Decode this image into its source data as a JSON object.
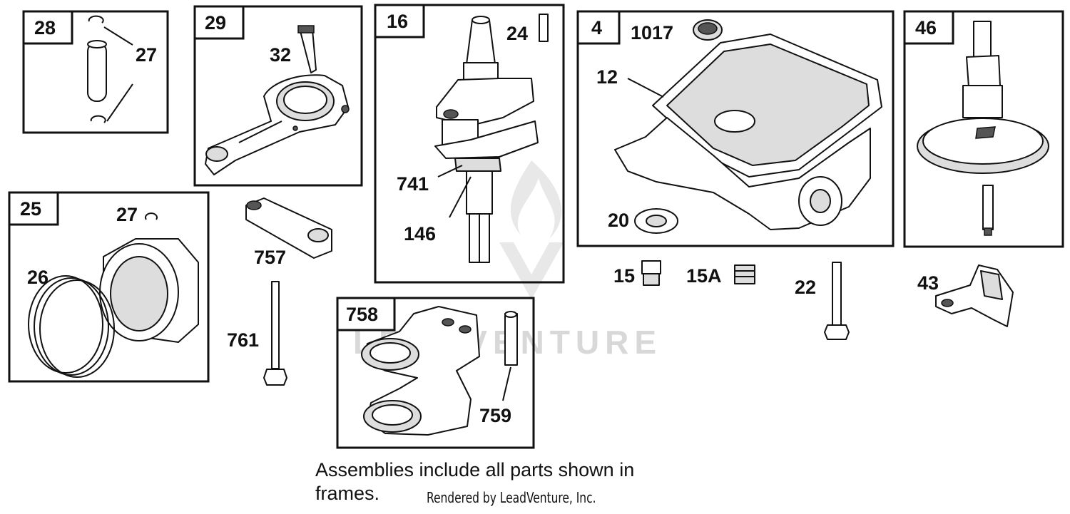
{
  "frames": {
    "f28": {
      "tag": "28",
      "callouts": [
        "27"
      ]
    },
    "f29": {
      "tag": "29",
      "callouts": [
        "32"
      ]
    },
    "f16": {
      "tag": "16",
      "callouts": [
        "24",
        "741",
        "146"
      ]
    },
    "f4": {
      "tag": "4",
      "callouts": [
        "1017",
        "12",
        "20"
      ]
    },
    "f46": {
      "tag": "46"
    },
    "f25": {
      "tag": "25",
      "callouts": [
        "27",
        "26"
      ]
    },
    "f758": {
      "tag": "758",
      "callouts": [
        "759"
      ]
    }
  },
  "loose_parts": [
    "757",
    "761",
    "15",
    "15A",
    "22",
    "43"
  ],
  "note": {
    "line1": "Assemblies include all parts shown in",
    "line2": "frames.",
    "credit": "Rendered by LeadVenture, Inc."
  },
  "watermark": "LEADVENTURE"
}
